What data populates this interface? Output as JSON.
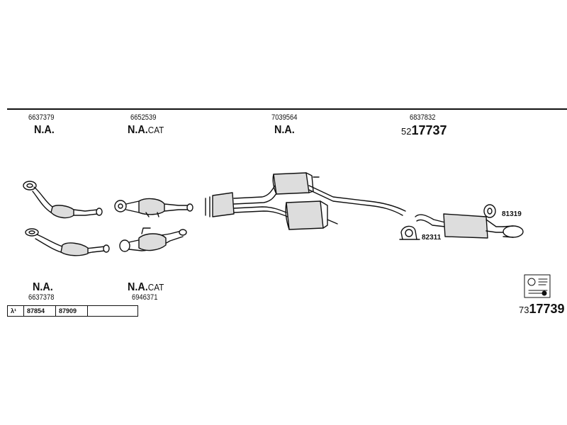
{
  "top_parts": [
    {
      "part_no": "6637379",
      "status": "N.A.",
      "suffix": ""
    },
    {
      "part_no": "6652539",
      "status": "N.A.",
      "suffix": "CAT"
    },
    {
      "part_no": "7039564",
      "status": "N.A.",
      "suffix": ""
    },
    {
      "part_no": "6837832",
      "prefix": "52",
      "main": "17737"
    }
  ],
  "bottom_parts": [
    {
      "part_no": "6637378",
      "status": "N.A.",
      "suffix": ""
    },
    {
      "part_no": "6946371",
      "status": "N.A.",
      "suffix": "CAT"
    }
  ],
  "hardware": [
    {
      "part_no": "81319"
    },
    {
      "part_no": "82311"
    }
  ],
  "assembly": {
    "prefix": "73",
    "main": "17739"
  },
  "lambda_table": {
    "symbol": "λ¹",
    "cells": [
      "87854",
      "87909",
      ""
    ]
  }
}
